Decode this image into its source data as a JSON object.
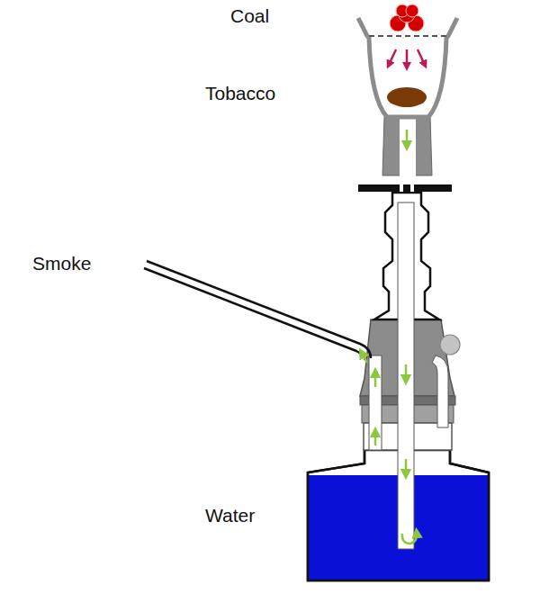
{
  "diagram": {
    "labels": [
      "Coal",
      "Tobacco",
      "Smoke",
      "Water"
    ]
  }
}
